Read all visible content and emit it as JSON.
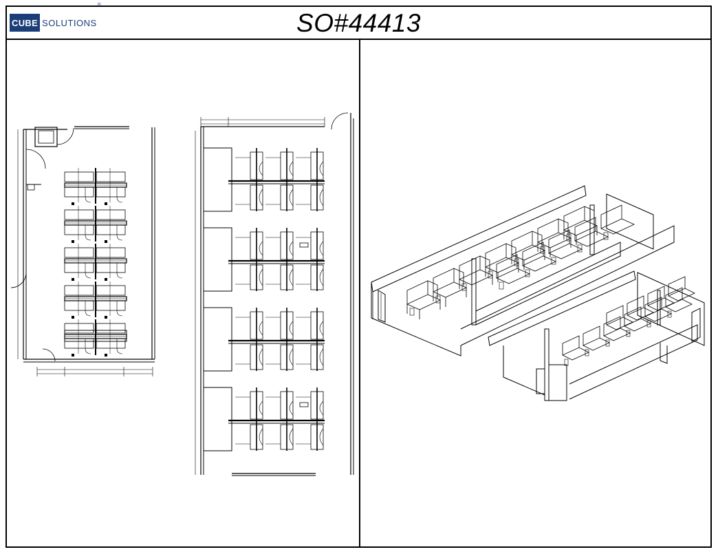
{
  "header": {
    "logo_box_text": "CUBE",
    "logo_text": "SOLUTIONS",
    "logo_mark": "®",
    "title": "SO#44413"
  },
  "panels": {
    "left": {
      "name": "floor-plans"
    },
    "right": {
      "name": "isometric-view"
    }
  },
  "colors": {
    "logo": "#1b3d78",
    "line": "#000000"
  },
  "plan_a": {
    "rows": 5,
    "seats_per_side": 2
  },
  "plan_b": {
    "clusters": 4,
    "columns": 3
  }
}
